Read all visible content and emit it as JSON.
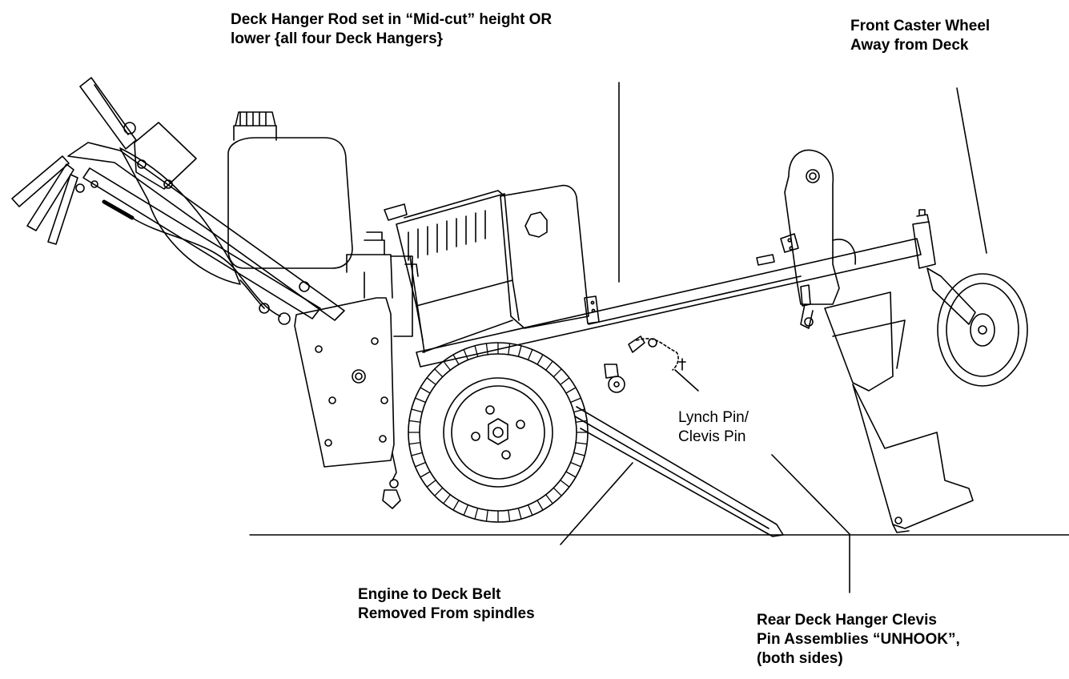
{
  "callouts": {
    "deck_hanger_rod": {
      "line1": "Deck Hanger Rod set in “Mid-cut” height OR",
      "line2": "lower {all four Deck Hangers}"
    },
    "front_caster": {
      "line1": "Front Caster Wheel",
      "line2": "Away from Deck"
    },
    "lynch_pin": {
      "line1": "Lynch Pin/",
      "line2": "Clevis Pin"
    },
    "engine_belt": {
      "line1": "Engine to Deck Belt",
      "line2": "Removed From spindles"
    },
    "rear_clevis": {
      "line1": "Rear Deck Hanger Clevis",
      "line2": "Pin Assemblies “UNHOOK”,",
      "line3": "(both sides)"
    }
  },
  "colors": {
    "line": "#000000",
    "background": "#ffffff"
  }
}
